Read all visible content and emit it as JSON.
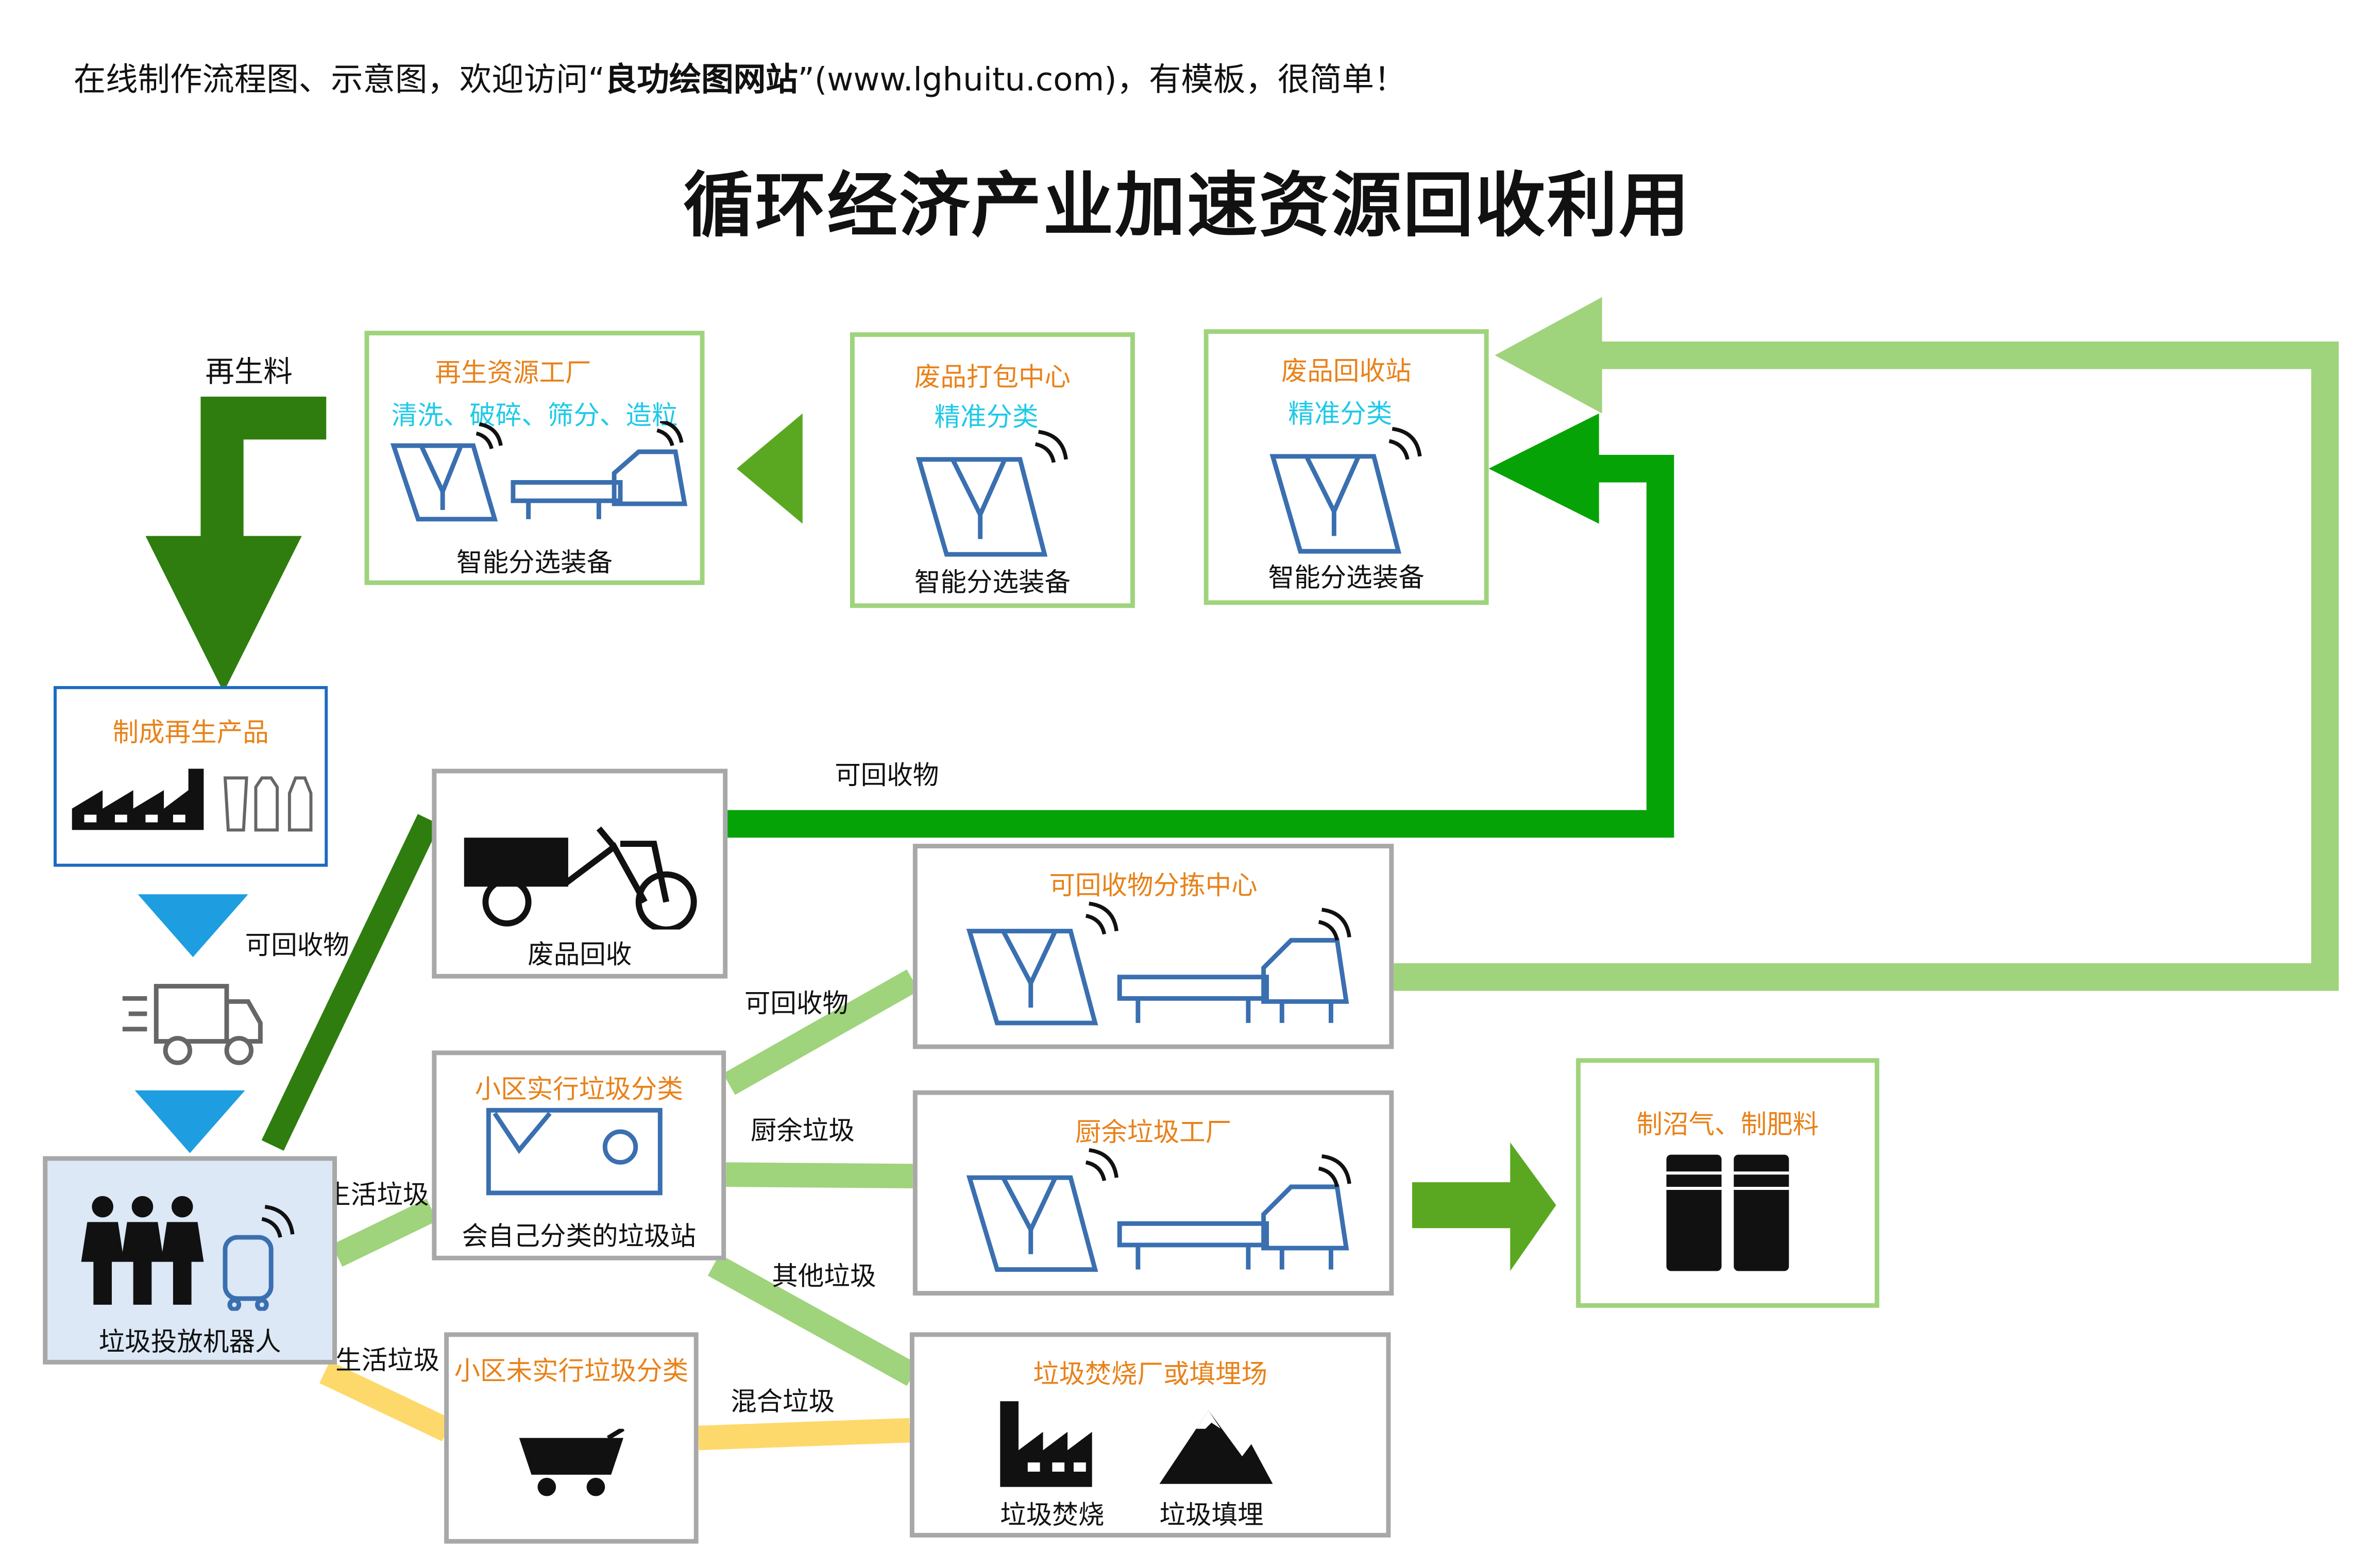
{
  "header": {
    "prefix": "在线制作流程图、示意图，欢迎访问“",
    "site_name": "良功绘图网站",
    "suffix": "”(www.lghuitu.com)，有模板，很简单！"
  },
  "title": "循环经济产业加速资源回收利用",
  "nodes": {
    "regen_factory": {
      "title": "再生资源工厂",
      "subtitle": "清洗、破碎、筛分、造粒",
      "caption": "智能分选装备"
    },
    "packing_center": {
      "title": "废品打包中心",
      "subtitle": "精准分类",
      "caption": "智能分选装备"
    },
    "recycle_station": {
      "title": "废品回收站",
      "subtitle": "精准分类",
      "caption": "智能分选装备"
    },
    "regen_product": {
      "title": "制成再生产品"
    },
    "waste_collection": {
      "caption": "废品回收"
    },
    "sorting_center": {
      "title": "可回收物分拣中心"
    },
    "community_sorted": {
      "title": "小区实行垃圾分类",
      "caption": "会自己分类的垃圾站"
    },
    "kitchen_factory": {
      "title": "厨余垃圾工厂"
    },
    "biogas": {
      "title": "制沼气、制肥料"
    },
    "robot": {
      "caption": "垃圾投放机器人"
    },
    "community_unsorted": {
      "title": "小区未实行垃圾分类"
    },
    "incinerate_landfill": {
      "title": "垃圾焚烧厂或填埋场",
      "cap_left": "垃圾焚烧",
      "cap_right": "垃圾填埋"
    }
  },
  "edge_labels": {
    "regen_material": "再生料",
    "recyclable_top": "可回收物",
    "recyclable_truck": "可回收物",
    "recyclable_mid": "可回收物",
    "kitchen_waste": "厨余垃圾",
    "other_waste": "其他垃圾",
    "domestic_1": "生活垃圾",
    "domestic_2": "生活垃圾",
    "mixed_waste": "混合垃圾"
  },
  "colors": {
    "dark_green": "#2e7d0e",
    "green": "#06a306",
    "light_green": "#9fd37c",
    "yellow": "#fdd96b",
    "blue_arrow": "#1e9ee0",
    "orange_text": "#e8821a",
    "cyan_text": "#1fc9e8"
  }
}
